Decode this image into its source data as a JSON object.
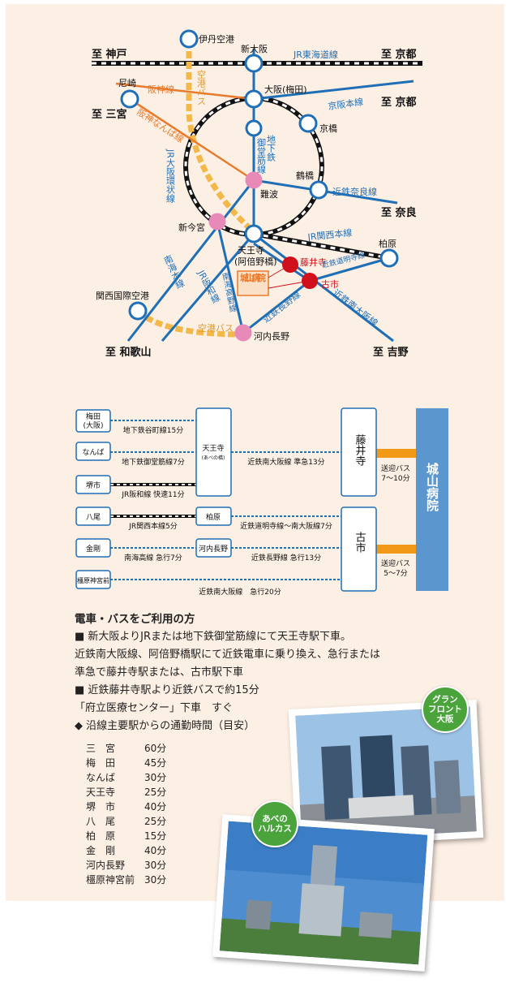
{
  "map": {
    "destinations": {
      "kobe": "至 神戸",
      "kyoto1": "至 京都",
      "kyoto2": "至 京都",
      "sannomiya": "至 三宮",
      "nara": "至 奈良",
      "wakayama": "至 和歌山",
      "yoshino": "至 吉野"
    },
    "stations": {
      "itami": "伊丹空港",
      "shinosaka": "新大阪",
      "amagasaki": "尼崎",
      "osaka": "大阪(梅田)",
      "kyobashi": "京橋",
      "tsuruhashi": "鶴橋",
      "namba": "難波",
      "shinimamiya": "新今宮",
      "tennoji": "天王寺",
      "tennoji2": "(阿倍野橋)",
      "kashiwara": "柏原",
      "fujiidera": "藤井寺",
      "furuichi": "古市",
      "kix": "関西国際空港",
      "kawachinagano": "河内長野"
    },
    "lines": {
      "tokaido": "JR東海道線",
      "hanshin": "阪神線",
      "hanshin_namba": "阪神なんば線",
      "keihan": "京阪本線",
      "midosuji": "御堂筋線",
      "midosuji_prefix": "地下鉄",
      "loop": "JR大阪環状線",
      "kintetsu_nara": "近鉄奈良線",
      "kansai_honsen": "JR関西本線",
      "nankai": "南海本線",
      "hanwa": "JR阪和線",
      "koya": "南海高野線",
      "domyoji": "近鉄道明寺線",
      "minami_osaka": "近鉄南大阪線",
      "nagano": "近鉄長野線",
      "airport_bus1": "空港バス",
      "airport_bus2": "空港バス"
    },
    "hospital": "城山病院"
  },
  "route": {
    "origins": [
      "梅田\n(大阪)",
      "なんば",
      "堺市",
      "八尾",
      "金剛",
      "橿原神宮前"
    ],
    "hubs": {
      "tennoji": "天王寺",
      "tennoji_sub": "(あべの橋)",
      "kashiwara": "柏原",
      "kawachinagano": "河内長野"
    },
    "stations": {
      "fujiidera": "藤井寺",
      "furuichi": "古市"
    },
    "hospital": "城山病院",
    "segments": {
      "umeda": "地下鉄谷町線15分",
      "namba": "地下鉄御堂筋線7分",
      "sakai": "JR阪和線 快速11分",
      "yao": "JR関西本線5分",
      "kongo": "南海高線 急行7分",
      "tennoji_fujiidera": "近鉄南大阪線 準急13分",
      "kashiwara_furuichi": "近鉄道明寺線～南大阪線7分",
      "nagano_furuichi": "近鉄長野線 急行13分",
      "kashihara": "近鉄南大阪線　急行20分",
      "bus1_a": "送迎バス",
      "bus1_b": "7～10分",
      "bus2_a": "送迎バス",
      "bus2_b": "5～7分"
    }
  },
  "info": {
    "heading": "電車・バスをご利用の方",
    "line1": "■ 新大阪よりJRまたは地下鉄御堂筋線にて天王寺駅下車。",
    "line2": "近鉄南大阪線、阿倍野橋駅にて近鉄電車に乗り換え、急行または",
    "line3": "準急で藤井寺駅または、古市駅下車",
    "line4": "■ 近鉄藤井寺駅より近鉄バスで約15分",
    "line5": "「府立医療センター」下車　すぐ",
    "line6": "◆ 沿線主要駅からの通勤時間（目安）",
    "commute": [
      {
        "station": "三　宮",
        "time": "60分"
      },
      {
        "station": "梅　田",
        "time": "45分"
      },
      {
        "station": "なんば",
        "time": "30分"
      },
      {
        "station": "天王寺",
        "time": "25分"
      },
      {
        "station": "堺　市",
        "time": "40分"
      },
      {
        "station": "八　尾",
        "time": "25分"
      },
      {
        "station": "柏　原",
        "time": "15分"
      },
      {
        "station": "金　剛",
        "time": "40分"
      },
      {
        "station": "河内長野",
        "time": "30分"
      },
      {
        "station": "橿原神宮前",
        "time": "30分"
      }
    ]
  },
  "photos": {
    "grand_front": "グラン\nフロント\n大阪",
    "harukas": "あべの\nハルカス"
  },
  "colors": {
    "jr_blue": "#1f6fb6",
    "orange": "#e97a2b",
    "bus_yellow": "#f2b84a",
    "pink": "#e88ab8",
    "red": "#d0101a",
    "hospital_blue": "#5c96cf",
    "badge_green": "#4aa33b"
  }
}
